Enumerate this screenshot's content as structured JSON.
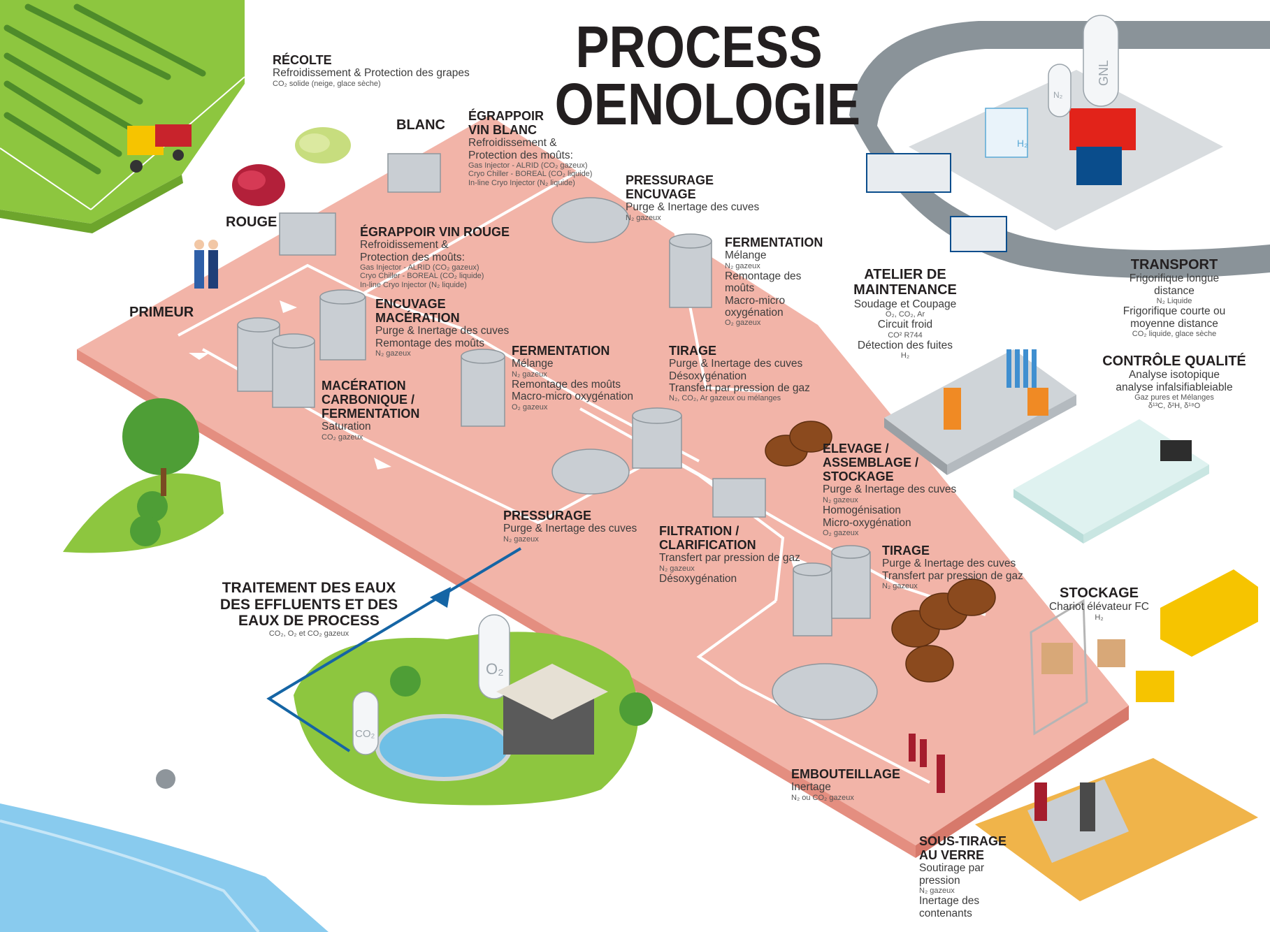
{
  "title": {
    "line1": "PROCESS",
    "line2": "OENOLOGIE"
  },
  "groups": {
    "blanc": "BLANC",
    "rouge": "ROUGE",
    "primeur": "PRIMEUR"
  },
  "tank_labels": {
    "gnl": "GNL",
    "n2": "N₂",
    "h2": "H₂",
    "o2": "O₂",
    "co2": "CO₂"
  },
  "colors": {
    "platform": "#f2b4a8",
    "platform_edge": "#e48e80",
    "grass": "#8dc63f",
    "water": "#89cbee",
    "road": "#8a9399",
    "flow_line": "#1565a5",
    "accent_red": "#e2231a",
    "brand_blue": "#0a4d8c"
  },
  "sections": {
    "recolte": {
      "title": "RÉCOLTE",
      "lines": [
        "Refroidissement & Protection des grapes"
      ],
      "small": [
        "CO₂ solide (neige, glace sèche)"
      ]
    },
    "egrappoir_blanc": {
      "title": [
        "ÉGRAPPOIR",
        "VIN BLANC"
      ],
      "lines": [
        "Refroidissement &",
        "Protection des moûts:"
      ],
      "small": [
        "Gas Injector - ALRID (CO₂ gazeux)",
        "Cryo Chiller - BOREAL (CO₂ liquide)",
        "In-line Cryo Injector (N₂ liquide)"
      ]
    },
    "egrappoir_rouge": {
      "title": "ÉGRAPPOIR VIN ROUGE",
      "lines": [
        "Refroidissement &",
        "Protection des moûts:"
      ],
      "small": [
        "Gas Injector - ALRID (CO₂ gazeux)",
        "Cryo Chiller - BOREAL (CO₂ liquide)",
        "In-line Cryo Injector (N₂ liquide)"
      ]
    },
    "pressurage_encuvage": {
      "title": [
        "PRESSURAGE",
        "ENCUVAGE"
      ],
      "lines": [
        "Purge & Inertage des cuves"
      ],
      "small": [
        "N₂ gazeux"
      ]
    },
    "fermentation_blanc": {
      "title": "FERMENTATION",
      "lines": [
        "Mélange"
      ],
      "small1": "N₂ gazeux",
      "lines2": [
        "Remontage des",
        "moûts",
        "Macro-micro",
        "oxygénation"
      ],
      "small2": "O₂ gazeux"
    },
    "encuvage_maceration": {
      "title": [
        "ENCUVAGE",
        "MACÉRATION"
      ],
      "lines": [
        "Purge & Inertage des cuves",
        "Remontage des moûts"
      ],
      "small": [
        "N₂ gazeux"
      ]
    },
    "fermentation_rouge": {
      "title": "FERMENTATION",
      "lines": [
        "Mélange"
      ],
      "small1": "N₂ gazeux",
      "lines2": [
        "Remontage des moûts",
        "Macro-micro oxygénation"
      ],
      "small2": "O₂ gazeux"
    },
    "tirage_1": {
      "title": "TIRAGE",
      "lines": [
        "Purge & Inertage des cuves",
        "Désoxygénation",
        "Transfert par pression de gaz"
      ],
      "small": [
        "N₂, CO₂, Ar gazeux ou mélanges"
      ]
    },
    "maceration_carbonique": {
      "title": [
        "MACÉRATION",
        "CARBONIQUE /",
        "FERMENTATION"
      ],
      "lines": [
        "Saturation"
      ],
      "small": [
        "CO₂ gazeux"
      ]
    },
    "pressurage": {
      "title": "PRESSURAGE",
      "lines": [
        "Purge & Inertage des cuves"
      ],
      "small": [
        "N₂ gazeux"
      ]
    },
    "filtration": {
      "title": [
        "FILTRATION /",
        "CLARIFICATION"
      ],
      "lines": [
        "Transfert par pression de gaz"
      ],
      "small1": "N₂ gazeux",
      "lines2": [
        "Désoxygénation"
      ]
    },
    "elevage": {
      "title": [
        "ELEVAGE /",
        "ASSEMBLAGE /",
        "STOCKAGE"
      ],
      "lines": [
        "Purge & Inertage des cuves"
      ],
      "small1": "N₂ gazeux",
      "lines2": [
        "Homogénisation",
        "Micro-oxygénation"
      ],
      "small2": "O₂ gazeux"
    },
    "tirage_2": {
      "title": "TIRAGE",
      "lines": [
        "Purge & Inertage des cuves",
        "Transfert par pression de gaz"
      ],
      "small": [
        "N₂ gazeux"
      ]
    },
    "embouteillage": {
      "title": "EMBOUTEILLAGE",
      "lines": [
        "Inertage"
      ],
      "small": [
        "N₂ ou CO₂ gazeux"
      ]
    },
    "sous_tirage": {
      "title": [
        "SOUS-TIRAGE",
        "AU VERRE"
      ],
      "lines": [
        "Soutirage par",
        "pression"
      ],
      "small1": "N₂ gazeux",
      "lines2": [
        "Inertage des",
        "contenants"
      ]
    },
    "traitement": {
      "title": [
        "TRAITEMENT DES EAUX",
        "DES EFFLUENTS ET DES",
        "EAUX DE PROCESS"
      ],
      "small": [
        "CO₂, O₂ et CO₂ gazeux"
      ]
    },
    "atelier": {
      "title": [
        "ATELIER DE",
        "MAINTENANCE"
      ],
      "lines": [
        "Soudage et Coupage"
      ],
      "small1": "O₂, CO₂, Ar",
      "lines2": [
        "Circuit froid"
      ],
      "small2": "CO² R744",
      "lines3": [
        "Détection des fuites"
      ],
      "small3": "H₂"
    },
    "transport": {
      "title": "TRANSPORT",
      "lines": [
        "Frigorifique longue",
        "distance"
      ],
      "small1": "N₂ Liquide",
      "lines2": [
        "Frigorifique courte ou",
        "moyenne distance"
      ],
      "small2": "CO₂ liquide, glace sèche"
    },
    "controle": {
      "title": "CONTRÔLE QUALITÉ",
      "lines": [
        "Analyse isotopique",
        "analyse infalsifiableiable"
      ],
      "small": [
        "Gaz pures et Mélanges",
        "δ¹³C, δ²H, δ¹⁸O"
      ]
    },
    "stockage": {
      "title": "STOCKAGE",
      "lines": [
        "Chariot élévateur FC"
      ],
      "small": [
        "H₂"
      ]
    }
  }
}
